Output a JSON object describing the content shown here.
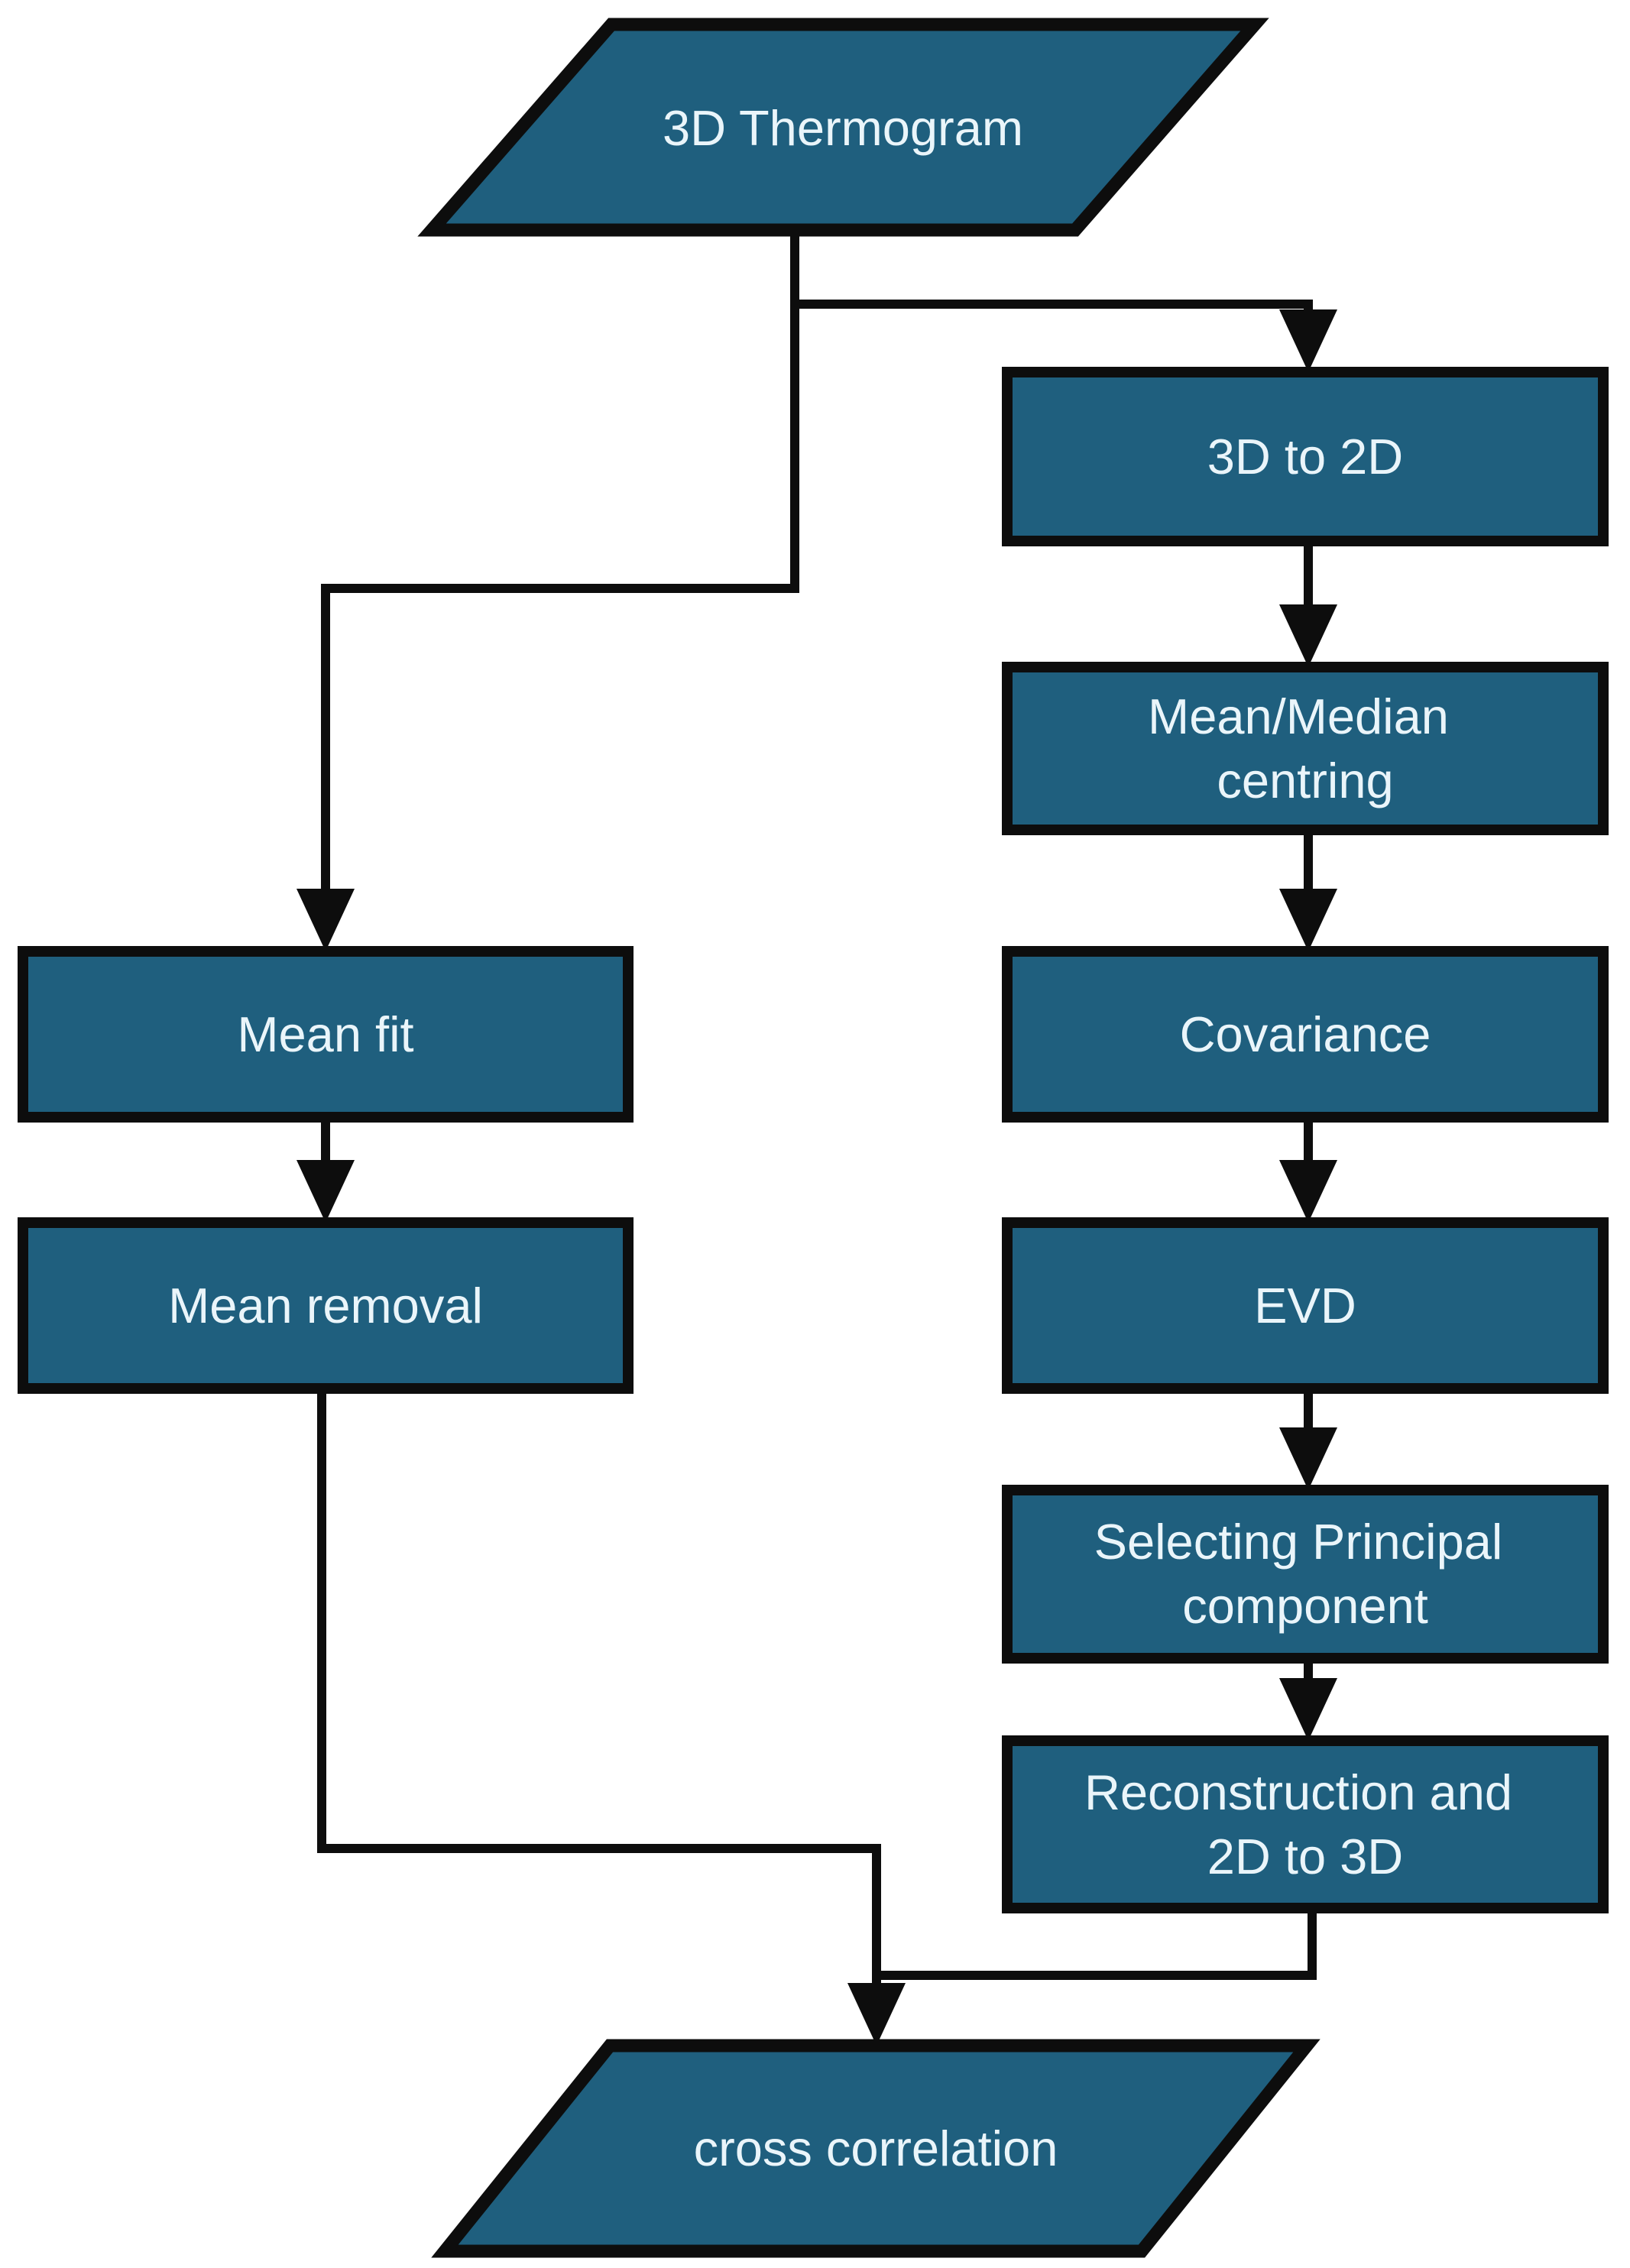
{
  "colors": {
    "node_fill": "#1F5F7E",
    "node_border": "#0D0D0D",
    "connector": "#0D0D0D",
    "label_text": "#EAF5FA",
    "background": "#FFFFFF"
  },
  "nodes": {
    "thermogram": {
      "label": "3D Thermogram"
    },
    "three_d_to_two_d": {
      "label": "3D to 2D"
    },
    "mean_median_centring": {
      "line1": "Mean/Median",
      "line2": "centring"
    },
    "covariance": {
      "label": "Covariance"
    },
    "evd": {
      "label": "EVD"
    },
    "selecting_principal": {
      "line1": "Selecting Principal",
      "line2": "component"
    },
    "reconstruction": {
      "line1": "Reconstruction and",
      "line2": "2D to 3D"
    },
    "mean_fit": {
      "label": "Mean fit"
    },
    "mean_removal": {
      "label": "Mean removal"
    },
    "cross_correlation": {
      "label": "cross correlation"
    }
  },
  "edges": [
    {
      "from": "3D Thermogram",
      "to": "3D to 2D"
    },
    {
      "from": "3D Thermogram",
      "to": "Mean fit"
    },
    {
      "from": "3D to 2D",
      "to": "Mean/Median centring"
    },
    {
      "from": "Mean/Median centring",
      "to": "Covariance"
    },
    {
      "from": "Covariance",
      "to": "EVD"
    },
    {
      "from": "EVD",
      "to": "Selecting Principal component"
    },
    {
      "from": "Selecting Principal component",
      "to": "Reconstruction and 2D to 3D"
    },
    {
      "from": "Mean fit",
      "to": "Mean removal"
    },
    {
      "from": "Mean removal",
      "to": "cross correlation"
    },
    {
      "from": "Reconstruction and 2D to 3D",
      "to": "cross correlation"
    }
  ]
}
